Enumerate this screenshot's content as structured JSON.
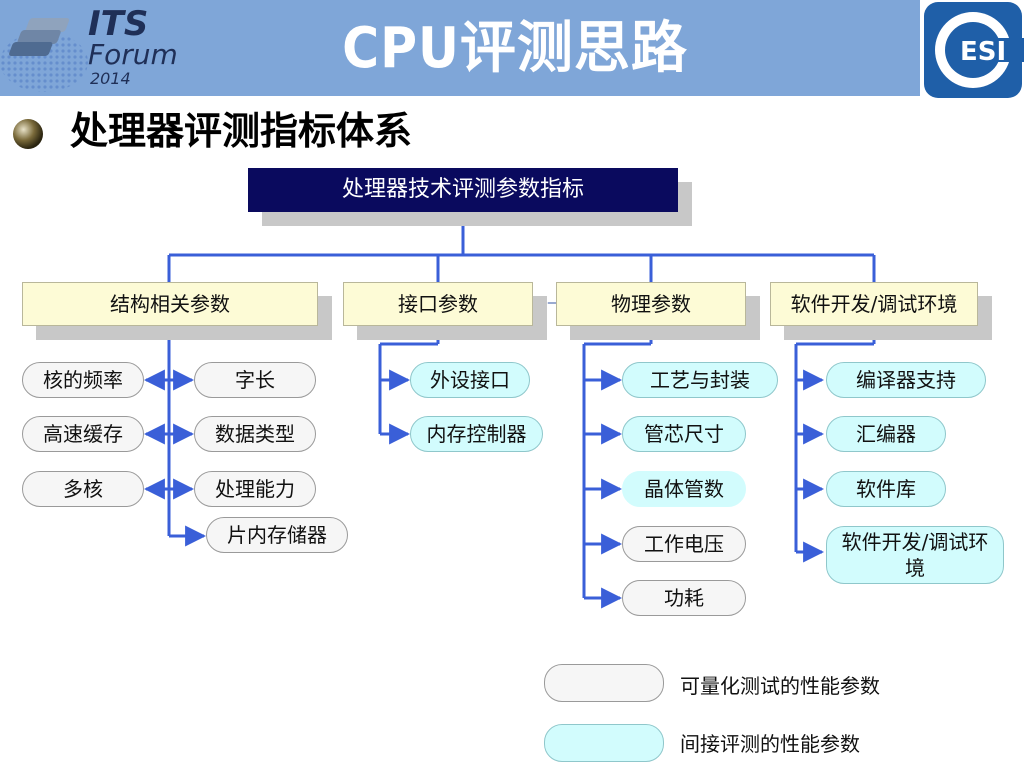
{
  "header": {
    "title": "CPU评测思路",
    "left_logo": {
      "line1": "ITS",
      "line2": "Forum",
      "line3": "2014"
    },
    "right_logo": {
      "text": "ESI"
    }
  },
  "section": {
    "title": "处理器评测指标体系"
  },
  "diagram": {
    "root": "处理器技术评测参数指标",
    "categories": [
      {
        "label": "结构相关参数",
        "leaves": [
          {
            "label": "核的频率",
            "kind": "quantifiable"
          },
          {
            "label": "字长",
            "kind": "quantifiable"
          },
          {
            "label": "高速缓存",
            "kind": "quantifiable"
          },
          {
            "label": "数据类型",
            "kind": "quantifiable"
          },
          {
            "label": "多核",
            "kind": "quantifiable"
          },
          {
            "label": "处理能力",
            "kind": "quantifiable"
          },
          {
            "label": "片内存储器",
            "kind": "quantifiable"
          }
        ]
      },
      {
        "label": "接口参数",
        "leaves": [
          {
            "label": "外设接口",
            "kind": "indirect"
          },
          {
            "label": "内存控制器",
            "kind": "indirect"
          }
        ]
      },
      {
        "label": "物理参数",
        "leaves": [
          {
            "label": "工艺与封装",
            "kind": "indirect"
          },
          {
            "label": "管芯尺寸",
            "kind": "indirect"
          },
          {
            "label": "晶体管数",
            "kind": "indirect"
          },
          {
            "label": "工作电压",
            "kind": "quantifiable"
          },
          {
            "label": "功耗",
            "kind": "quantifiable"
          }
        ]
      },
      {
        "label": "软件开发/调试环境",
        "leaves": [
          {
            "label": "编译器支持",
            "kind": "indirect"
          },
          {
            "label": "汇编器",
            "kind": "indirect"
          },
          {
            "label": "软件库",
            "kind": "indirect"
          },
          {
            "label": "软件开发/调试环境",
            "kind": "indirect"
          }
        ]
      }
    ]
  },
  "legend": [
    {
      "label": "可量化测试的性能参数",
      "kind": "quantifiable"
    },
    {
      "label": "间接评测的性能参数",
      "kind": "indirect"
    }
  ],
  "colors": {
    "header_bg": "#7fa6d8",
    "connector": "#3a5fd8",
    "root_bg": "#0a0a5e",
    "category_bg": "#fdfbd6",
    "quantifiable_fill": "#f6f6f6",
    "indirect_fill": "#d2fcfd"
  }
}
